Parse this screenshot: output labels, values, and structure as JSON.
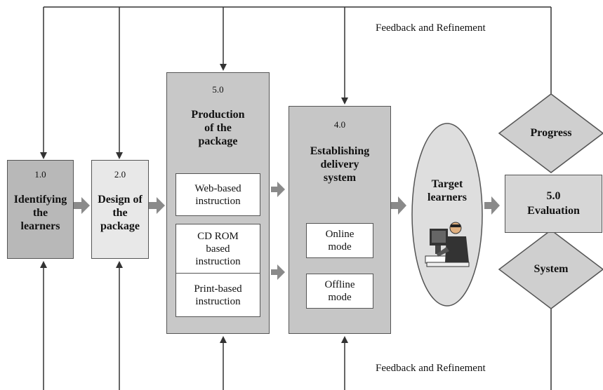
{
  "feedback_top": "Feedback and Refinement",
  "feedback_bottom": "Feedback and Refinement",
  "step1": {
    "number": "1.0",
    "title": "Identifying\nthe\nlearners"
  },
  "step2": {
    "number": "2.0",
    "title": "Design of\nthe\npackage"
  },
  "step_production": {
    "number": "5.0",
    "title": "Production\nof the\npackage",
    "items": [
      "Web-based\ninstruction",
      "CD ROM\nbased\ninstruction",
      "Print-based\ninstruction"
    ]
  },
  "step4": {
    "number": "4.0",
    "title": "Establishing\ndelivery\nsystem",
    "modes": [
      "Online\nmode",
      "Offline\nmode"
    ]
  },
  "target": "Target\nlearners",
  "evaluation": {
    "number": "5.0",
    "title": "Evaluation"
  },
  "diamond_top": "Progress",
  "diamond_bottom": "System",
  "colors": {
    "step1_fill": "#b8b8b8",
    "step2_fill": "#e8e8e8",
    "production_fill": "#c8c8c8",
    "delivery_fill": "#c6c6c6",
    "target_fill": "#dedede",
    "evaluation_fill": "#d6d6d6",
    "diamond_fill": "#cfcfcf",
    "arrow_fill": "#8a8a8a"
  }
}
